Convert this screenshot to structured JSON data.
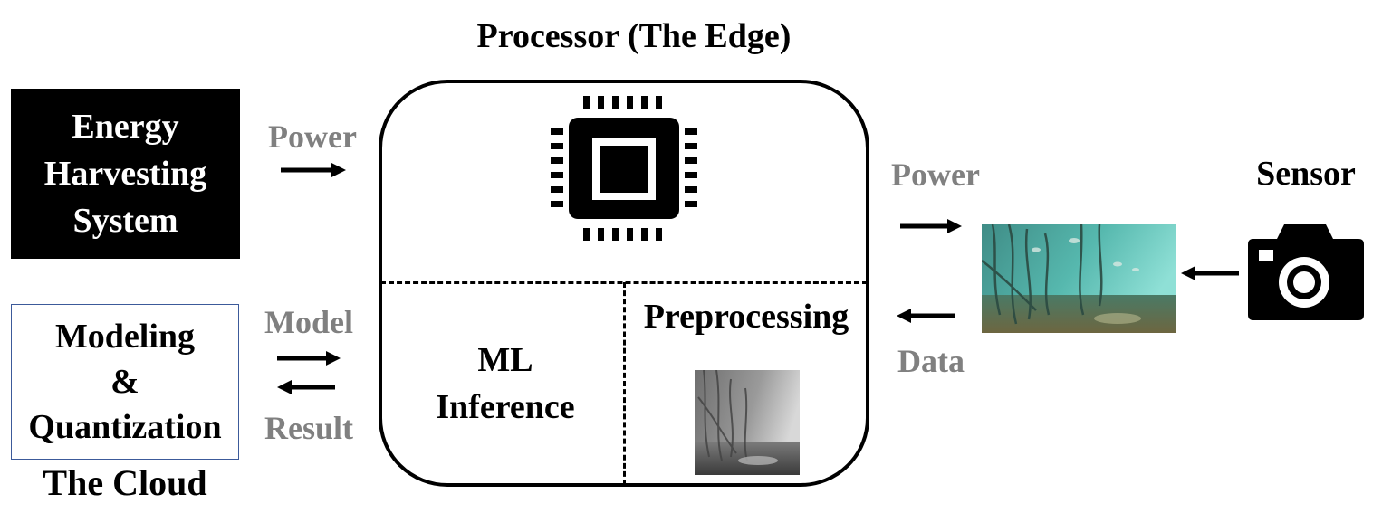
{
  "processor": {
    "title": "Processor (The Edge)"
  },
  "energy": {
    "lines": [
      "Energy",
      "Harvesting",
      "System"
    ]
  },
  "cloud": {
    "lines": [
      "Modeling",
      "&",
      "Quantization"
    ],
    "caption": "The Cloud"
  },
  "labels": {
    "power_left": "Power",
    "model": "Model",
    "result": "Result",
    "power_right": "Power",
    "data": "Data",
    "sensor": "Sensor",
    "ml_line1": "ML",
    "ml_line2": "Inference",
    "preprocessing": "Preprocessing"
  },
  "colors": {
    "label_gray": "#808080",
    "cloud_border": "#3c5a9a",
    "water": "#4fb0a8"
  },
  "icons": [
    "cpu-chip-icon",
    "camera-icon"
  ]
}
